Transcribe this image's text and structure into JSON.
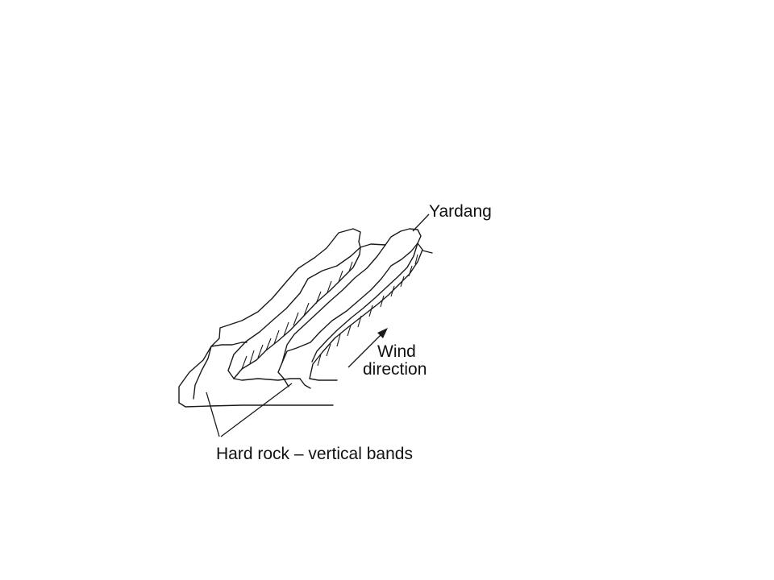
{
  "labels": {
    "yardang": "Yardang",
    "wind_line1": "Wind",
    "wind_line2": "direction",
    "hard_rock": "Hard rock – vertical bands"
  },
  "colors": {
    "background": "#ffffff",
    "ink": "#1a1a1a"
  }
}
